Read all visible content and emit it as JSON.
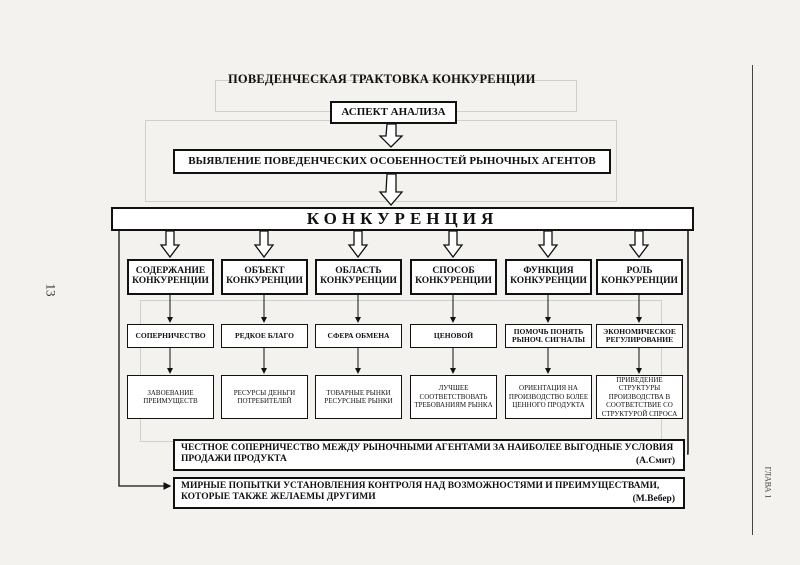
{
  "title": "ПОВЕДЕНЧЕСКАЯ ТРАКТОВКА КОНКУРЕНЦИИ",
  "aspect": "АСПЕКТ АНАЛИЗА",
  "reveal": "ВЫЯВЛЕНИЕ ПОВЕДЕНЧЕСКИХ ОСОБЕННОСТЕЙ РЫНОЧНЫХ АГЕНТОВ",
  "competition": "КОНКУРЕНЦИЯ",
  "columns": [
    {
      "category": "СОДЕРЖАНИЕ КОНКУРЕНЦИИ",
      "level2": "СОПЕРНИЧЕСТВО",
      "level3": "ЗАВОЕВАНИЕ ПРЕИМУЩЕСТВ"
    },
    {
      "category": "ОБЪЕКТ КОНКУРЕНЦИИ",
      "level2": "РЕДКОЕ БЛАГО",
      "level3": "РЕСУРСЫ ДЕНЬГИ ПОТРЕБИТЕЛЕЙ"
    },
    {
      "category": "ОБЛАСТЬ КОНКУРЕНЦИИ",
      "level2": "СФЕРА ОБМЕНА",
      "level3": "ТОВАРНЫЕ РЫНКИ РЕСУРСНЫЕ РЫНКИ"
    },
    {
      "category": "СПОСОБ КОНКУРЕНЦИИ",
      "level2": "ЦЕНОВОЙ",
      "level3": "ЛУЧШЕЕ СООТВЕТСТВОВАТЬ ТРЕБОВАНИЯМ РЫНКА"
    },
    {
      "category": "ФУНКЦИЯ КОНКУРЕНЦИИ",
      "level2": "ПОМОЧЬ ПОНЯТЬ РЫНОЧ. СИГНАЛЫ",
      "level3": "ОРИЕНТАЦИЯ НА ПРОИЗВОДСТВО БОЛЕЕ ЦЕННОГО ПРОДУКТА"
    },
    {
      "category": "РОЛЬ КОНКУРЕНЦИИ",
      "level2": "ЭКОНОМИЧЕСКОЕ РЕГУЛИРОВАНИЕ",
      "level3": "ПРИВЕДЕНИЕ СТРУКТУРЫ ПРОИЗВОДСТВА В СООТВЕТСТВИЕ СО СТРУКТУРОЙ СПРОСА"
    }
  ],
  "def1": {
    "text": "ЧЕСТНОЕ СОПЕРНИЧЕСТВО МЕЖДУ РЫНОЧНЫМИ АГЕНТАМИ ЗА НАИБОЛЕЕ ВЫГОДНЫЕ УСЛОВИЯ ПРОДАЖИ ПРОДУКТА",
    "author": "(А.Смит)"
  },
  "def2": {
    "text": "МИРНЫЕ ПОПЫТКИ УСТАНОВЛЕНИЯ КОНТРОЛЯ НАД ВОЗМОЖНОСТЯМИ И ПРЕИМУЩЕСТВАМИ, КОТОРЫЕ ТАКЖЕ ЖЕЛАЕМЫ ДРУГИМИ",
    "author": "(М.Вебер)"
  },
  "page_number": "13",
  "chapter": "ГЛАВА 1"
}
